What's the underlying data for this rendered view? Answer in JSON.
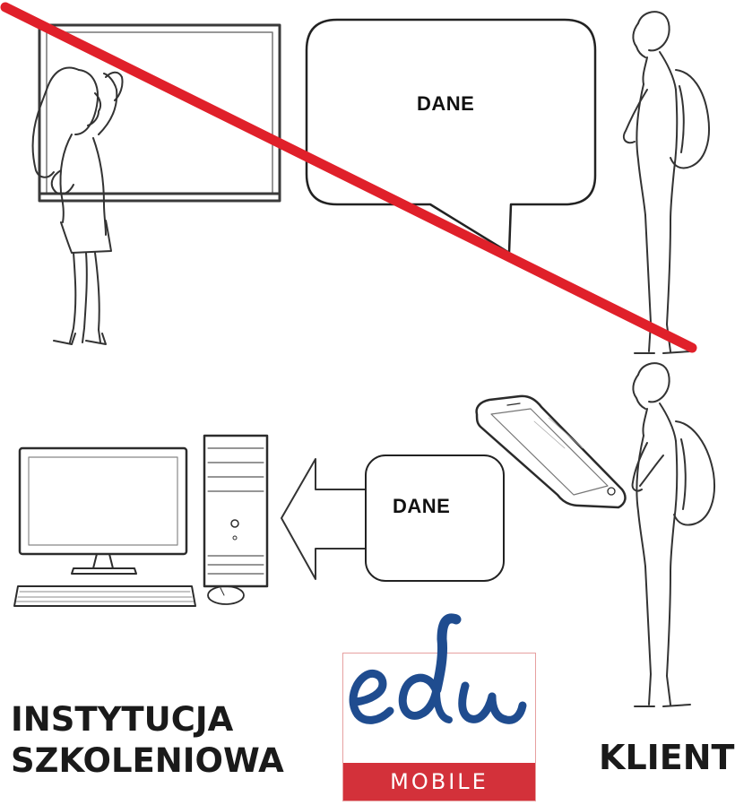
{
  "scene_top": {
    "bubble_text": "DANE",
    "crossed_out": true,
    "cross_color": "#e0202a"
  },
  "scene_bottom": {
    "bubble_text": "DANE"
  },
  "labels": {
    "institution_line1": "INSTYTUCJA",
    "institution_line2": "SZKOLENIOWA",
    "client": "KLIENT"
  },
  "logo": {
    "wordmark": "edu",
    "subtitle": "MOBILE",
    "brand_color": "#d3313a",
    "ink_color": "#1f4c8f"
  },
  "icons": [
    "woman-at-whiteboard-sketch",
    "man-with-backpack-sketch",
    "desktop-computer-sketch",
    "smartphone-sketch",
    "arrow-left-icon"
  ]
}
